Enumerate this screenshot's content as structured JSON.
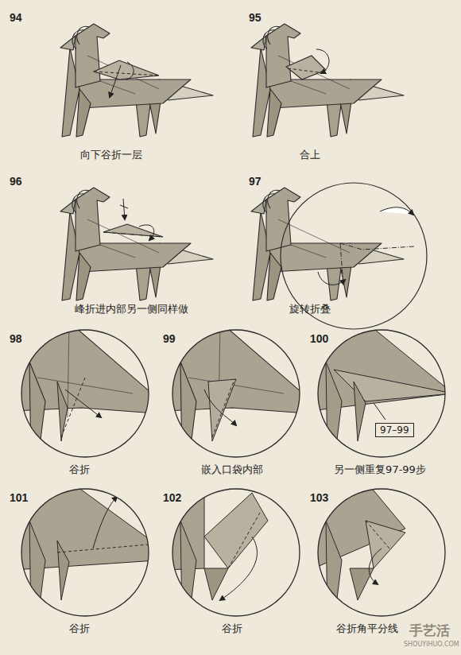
{
  "diagram": {
    "nodes": [
      {
        "text": [
          "97–99"
        ]
      }
    ],
    "labels": [
      "94",
      "向下谷折一层",
      "95",
      "合上",
      "96",
      "峰折进内部另一侧同样做",
      "97",
      "旋转折叠",
      "98",
      "谷折",
      "99",
      "嵌入口袋内部",
      "100",
      "另一侧重复97-99步",
      "101",
      "谷折",
      "102",
      "谷折",
      "103",
      "谷折角平分线",
      "手艺活",
      "SHOUYIHUO.COM"
    ]
  }
}
